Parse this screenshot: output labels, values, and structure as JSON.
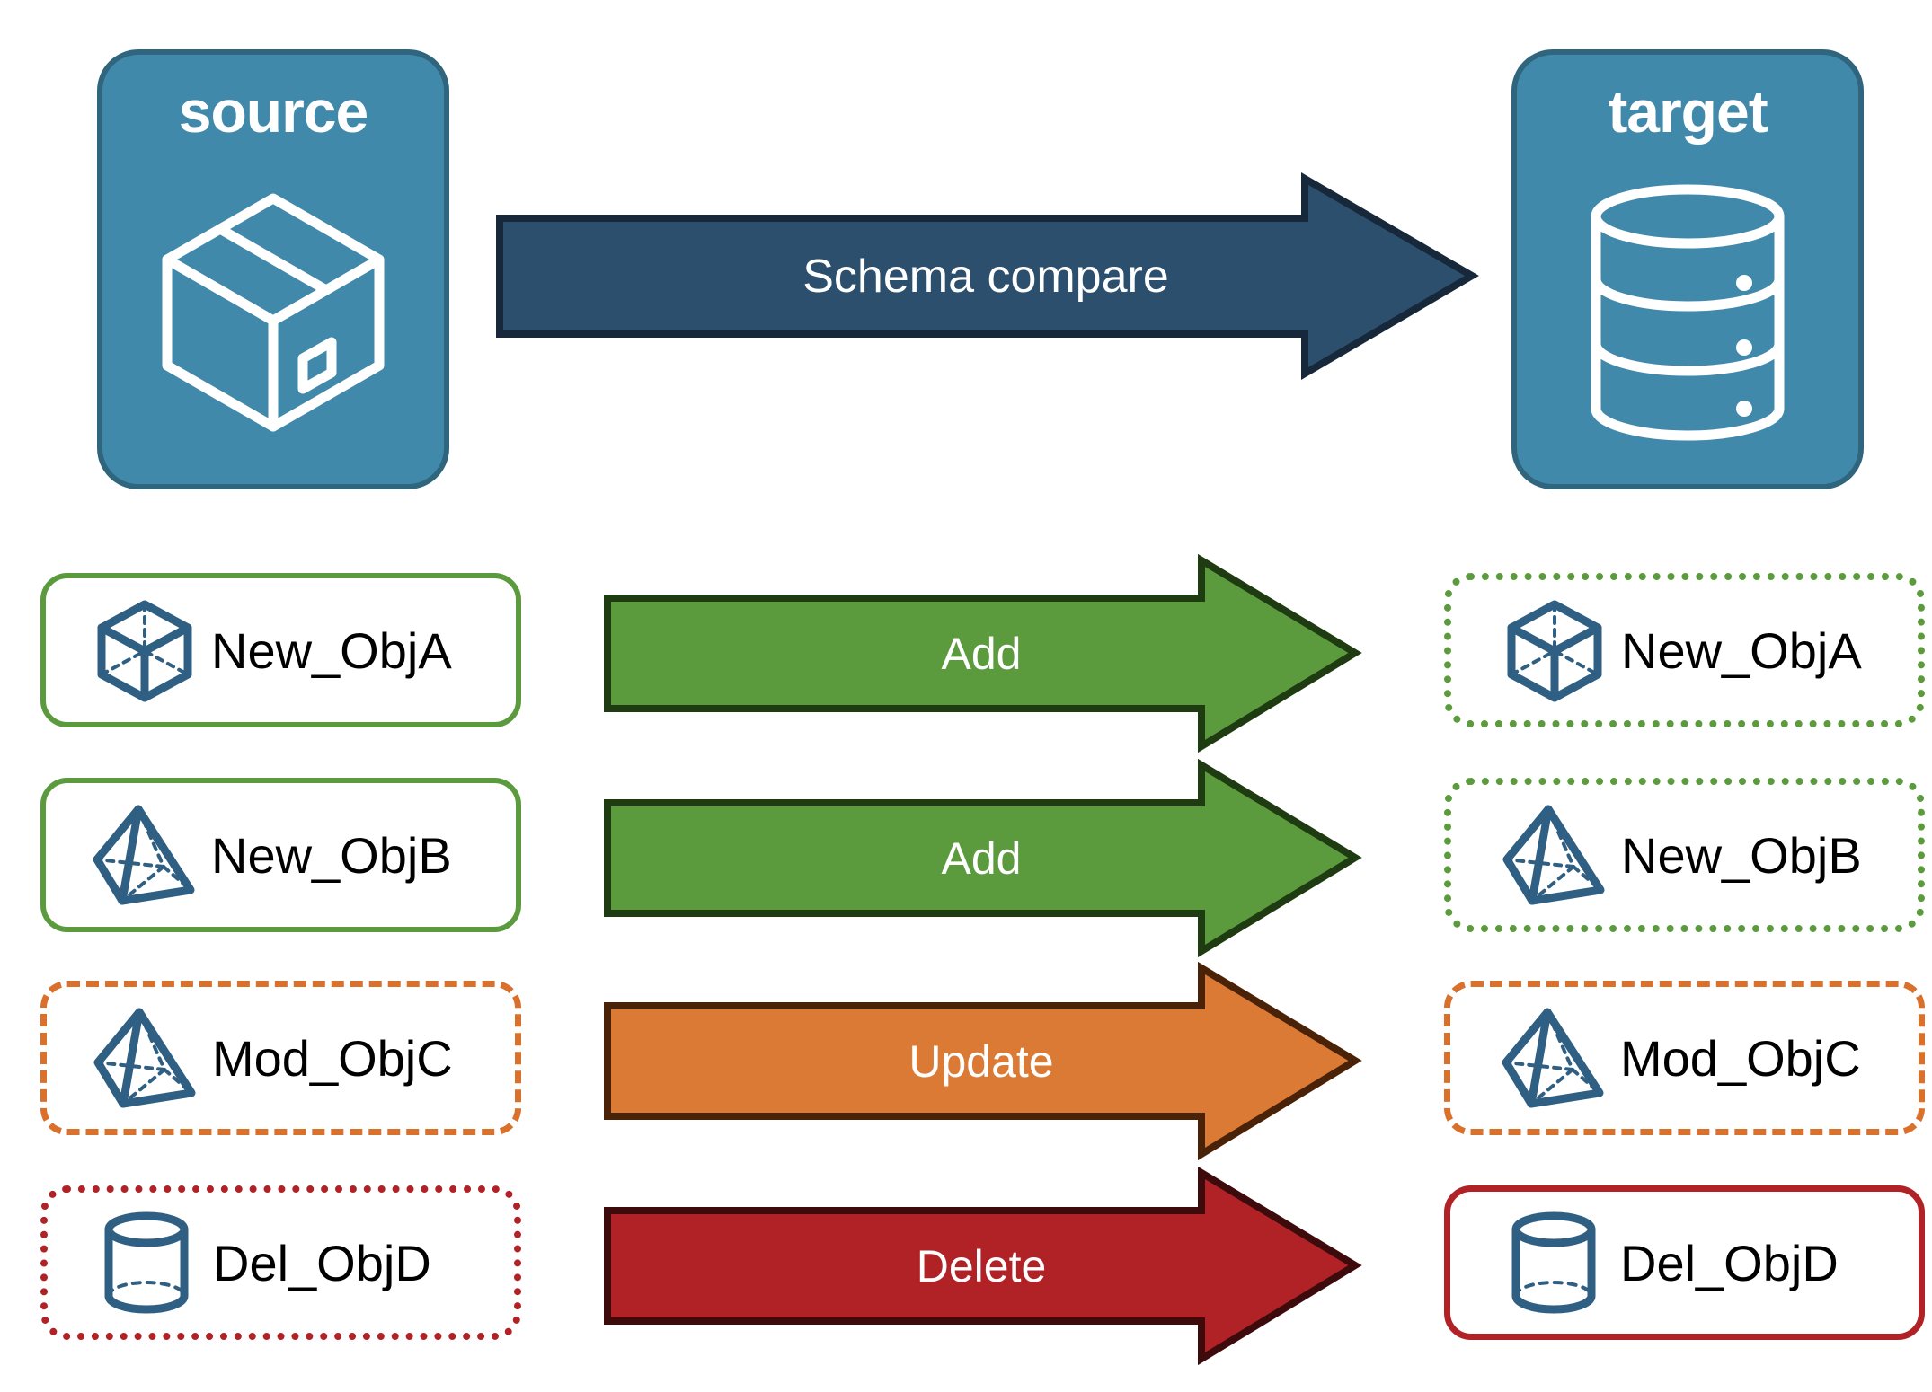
{
  "diagram": {
    "title": "Schema compare between source and target",
    "colors": {
      "endpoint_fill": "#4189AA",
      "endpoint_stroke": "#2F657D",
      "compare_arrow_fill": "#2C4F6D",
      "compare_arrow_stroke": "#16283A",
      "add_fill": "#5B9B3E",
      "add_stroke": "#1E3B11",
      "update_fill": "#DB7A35",
      "update_stroke": "#4A2208",
      "delete_fill": "#B02226",
      "delete_stroke": "#3E0B0D",
      "object_icon": "#2F5F82",
      "label_text": "#000000"
    }
  },
  "endpoints": {
    "source": {
      "title": "source",
      "icon": "package-box-icon"
    },
    "target": {
      "title": "target",
      "icon": "database-cylinder-icon"
    }
  },
  "compare": {
    "label": "Schema compare"
  },
  "rows": [
    {
      "action": "Add",
      "action_kind": "add",
      "source": {
        "label": "New_ObjA",
        "icon": "wireframe-cube-icon",
        "border": "solid-green"
      },
      "target": {
        "label": "New_ObjA",
        "icon": "wireframe-cube-icon",
        "border": "dotted-green"
      }
    },
    {
      "action": "Add",
      "action_kind": "add",
      "source": {
        "label": "New_ObjB",
        "icon": "pyramid-icon",
        "border": "solid-green"
      },
      "target": {
        "label": "New_ObjB",
        "icon": "pyramid-icon",
        "border": "dotted-green"
      }
    },
    {
      "action": "Update",
      "action_kind": "update",
      "source": {
        "label": "Mod_ObjC",
        "icon": "pyramid-icon",
        "border": "dashed-orange"
      },
      "target": {
        "label": "Mod_ObjC",
        "icon": "pyramid-icon",
        "border": "dashed-orange"
      }
    },
    {
      "action": "Delete",
      "action_kind": "delete",
      "source": {
        "label": "Del_ObjD",
        "icon": "cylinder-icon",
        "border": "dotted-red"
      },
      "target": {
        "label": "Del_ObjD",
        "icon": "cylinder-icon",
        "border": "solid-red"
      }
    }
  ]
}
